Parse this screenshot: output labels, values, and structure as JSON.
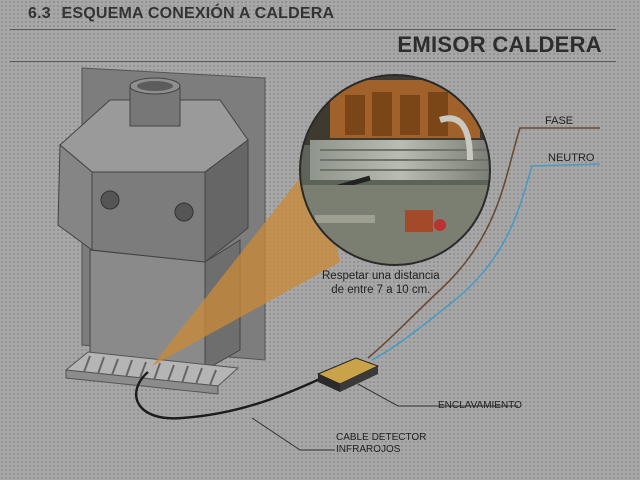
{
  "section": {
    "number": "6.3",
    "title": "ESQUEMA CONEXIÓN A CALDERA"
  },
  "heading": "EMISOR CALDERA",
  "labels": {
    "fase": "FASE",
    "neutro": "NEUTRO",
    "note_line1": "Respetar una distancia",
    "note_line2": "de entre 7 a 10 cm.",
    "enclavamiento": "ENCLAVAMIENTO",
    "cable_line1": "CABLE DETECTOR",
    "cable_line2": "INFRAROJOS"
  },
  "colors": {
    "fase_wire": "#6b4a36",
    "neutro_wire": "#4a9bc4",
    "beam": "#c98a3a",
    "boiler_dark": "#6f6f6f",
    "boiler_mid": "#8a8a8a",
    "boiler_light": "#a0a0a0"
  }
}
